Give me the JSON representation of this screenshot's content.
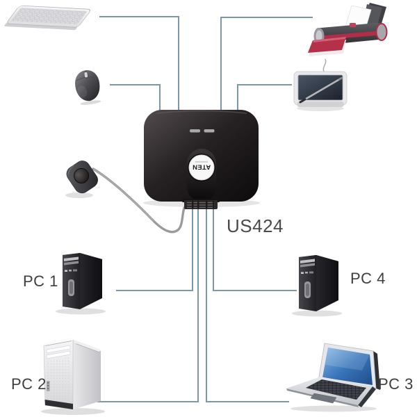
{
  "diagram": {
    "switch": {
      "model_label": "US424",
      "logo_text": "ATEN"
    },
    "computers": [
      {
        "label": "PC 1"
      },
      {
        "label": "PC 2"
      },
      {
        "label": "PC 3"
      },
      {
        "label": "PC 4"
      }
    ],
    "peripheral_icons": [
      "keyboard-icon",
      "mouse-icon",
      "printer-icon",
      "graphics-tablet-icon",
      "remote-switch-button-icon"
    ],
    "computer_icons": [
      "pc-tower-icon",
      "silver-tower-icon",
      "laptop-icon",
      "pc-tower-icon"
    ],
    "colors": {
      "connection_line": "#7b98a8",
      "label_text": "#3e3e3e",
      "model_text": "#4a4a4a",
      "switch_body": "#1a1617",
      "printer_accent": "#b22e46",
      "laptop_screen": "#2a62a8",
      "cable_gray": "#9b9b9b",
      "led_gray": "#a9a9a9"
    }
  }
}
